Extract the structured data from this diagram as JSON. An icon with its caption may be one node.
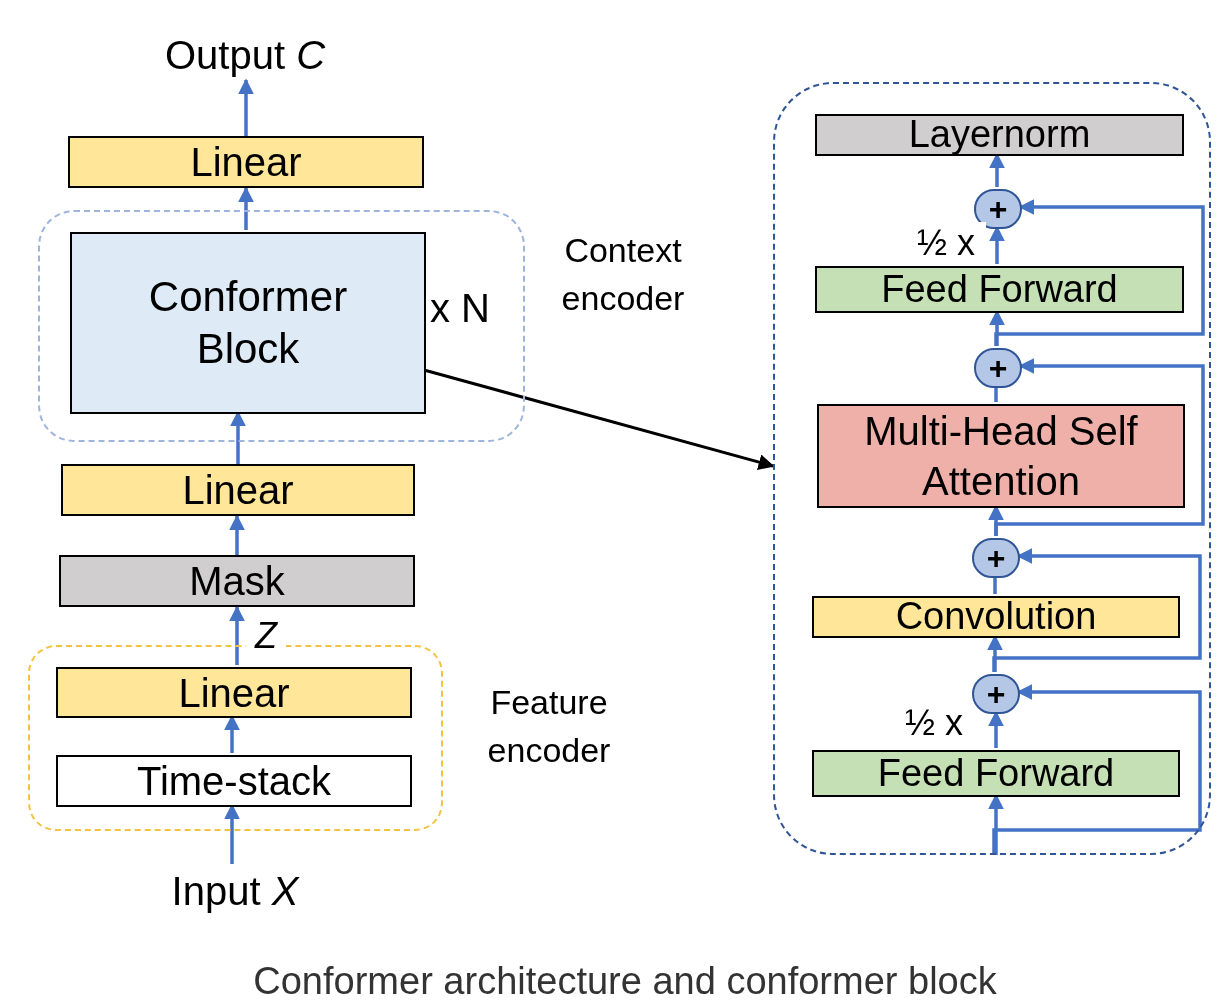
{
  "diagram": {
    "caption": "Conformer architecture and conformer block",
    "nodes": [
      {
        "text": [
          "Output *C*"
        ]
      },
      {
        "text": [
          "Linear"
        ]
      },
      {
        "text": [],
        "shape": "box",
        "beside": [
          "Context encoder"
        ]
      },
      {
        "text": [
          "Conformer Block"
        ],
        "in": 2,
        "beside": [
          "x N"
        ]
      },
      {
        "text": [
          "Linear"
        ]
      },
      {
        "text": [
          "Mask"
        ]
      },
      {
        "text": [],
        "shape": "box",
        "beside": [
          "Feature encoder"
        ]
      },
      {
        "text": [
          "Linear"
        ],
        "in": 6
      },
      {
        "text": [
          "Time-stack"
        ],
        "in": 6
      },
      {
        "text": [
          "Input *X*"
        ]
      },
      {
        "text": [],
        "shape": "box"
      },
      {
        "text": [
          "Layernorm"
        ],
        "in": 10
      },
      {
        "text": [
          "+"
        ],
        "in": 10
      },
      {
        "text": [
          "Feed Forward"
        ],
        "in": 10
      },
      {
        "text": [
          "+"
        ],
        "in": 10
      },
      {
        "text": [
          "Multi-Head Self Attention"
        ],
        "in": 10
      },
      {
        "text": [
          "+"
        ],
        "in": 10
      },
      {
        "text": [
          "Convolution"
        ],
        "in": 10
      },
      {
        "text": [
          "+"
        ],
        "in": 10
      },
      {
        "text": [
          "Feed Forward"
        ],
        "in": 10
      }
    ],
    "edges": [
      {
        "from": 1,
        "to": 0,
        "arrow": "to"
      },
      {
        "from": 3,
        "to": 1,
        "arrow": "to"
      },
      {
        "from": 4,
        "to": 3,
        "arrow": "to"
      },
      {
        "from": 5,
        "to": 4,
        "arrow": "to"
      },
      {
        "from": 7,
        "to": 5,
        "arrow": "to",
        "label": "*Z*"
      },
      {
        "from": 8,
        "to": 7,
        "arrow": "to"
      },
      {
        "from": 9,
        "to": 8,
        "arrow": "to"
      },
      {
        "from": 3,
        "to": 10,
        "arrow": "to",
        "color": "#000000"
      },
      {
        "from": null,
        "to": 19,
        "arrow": "to"
      },
      {
        "from": 19,
        "to": 18,
        "arrow": "to",
        "label": "½ x"
      },
      {
        "from": null,
        "to": 18,
        "arrow": "to"
      },
      {
        "from": 18,
        "to": 17,
        "arrow": "to"
      },
      {
        "from": 18,
        "to": 16,
        "arrow": "to"
      },
      {
        "from": 17,
        "to": 16,
        "arrow": "none"
      },
      {
        "from": 16,
        "to": 15,
        "arrow": "to"
      },
      {
        "from": 16,
        "to": 14,
        "arrow": "to"
      },
      {
        "from": 15,
        "to": 14,
        "arrow": "none"
      },
      {
        "from": 14,
        "to": 13,
        "arrow": "to"
      },
      {
        "from": 14,
        "to": 12,
        "arrow": "to"
      },
      {
        "from": 13,
        "to": 12,
        "arrow": "to",
        "label": "½ x"
      },
      {
        "from": 12,
        "to": 11,
        "arrow": "to"
      }
    ]
  }
}
